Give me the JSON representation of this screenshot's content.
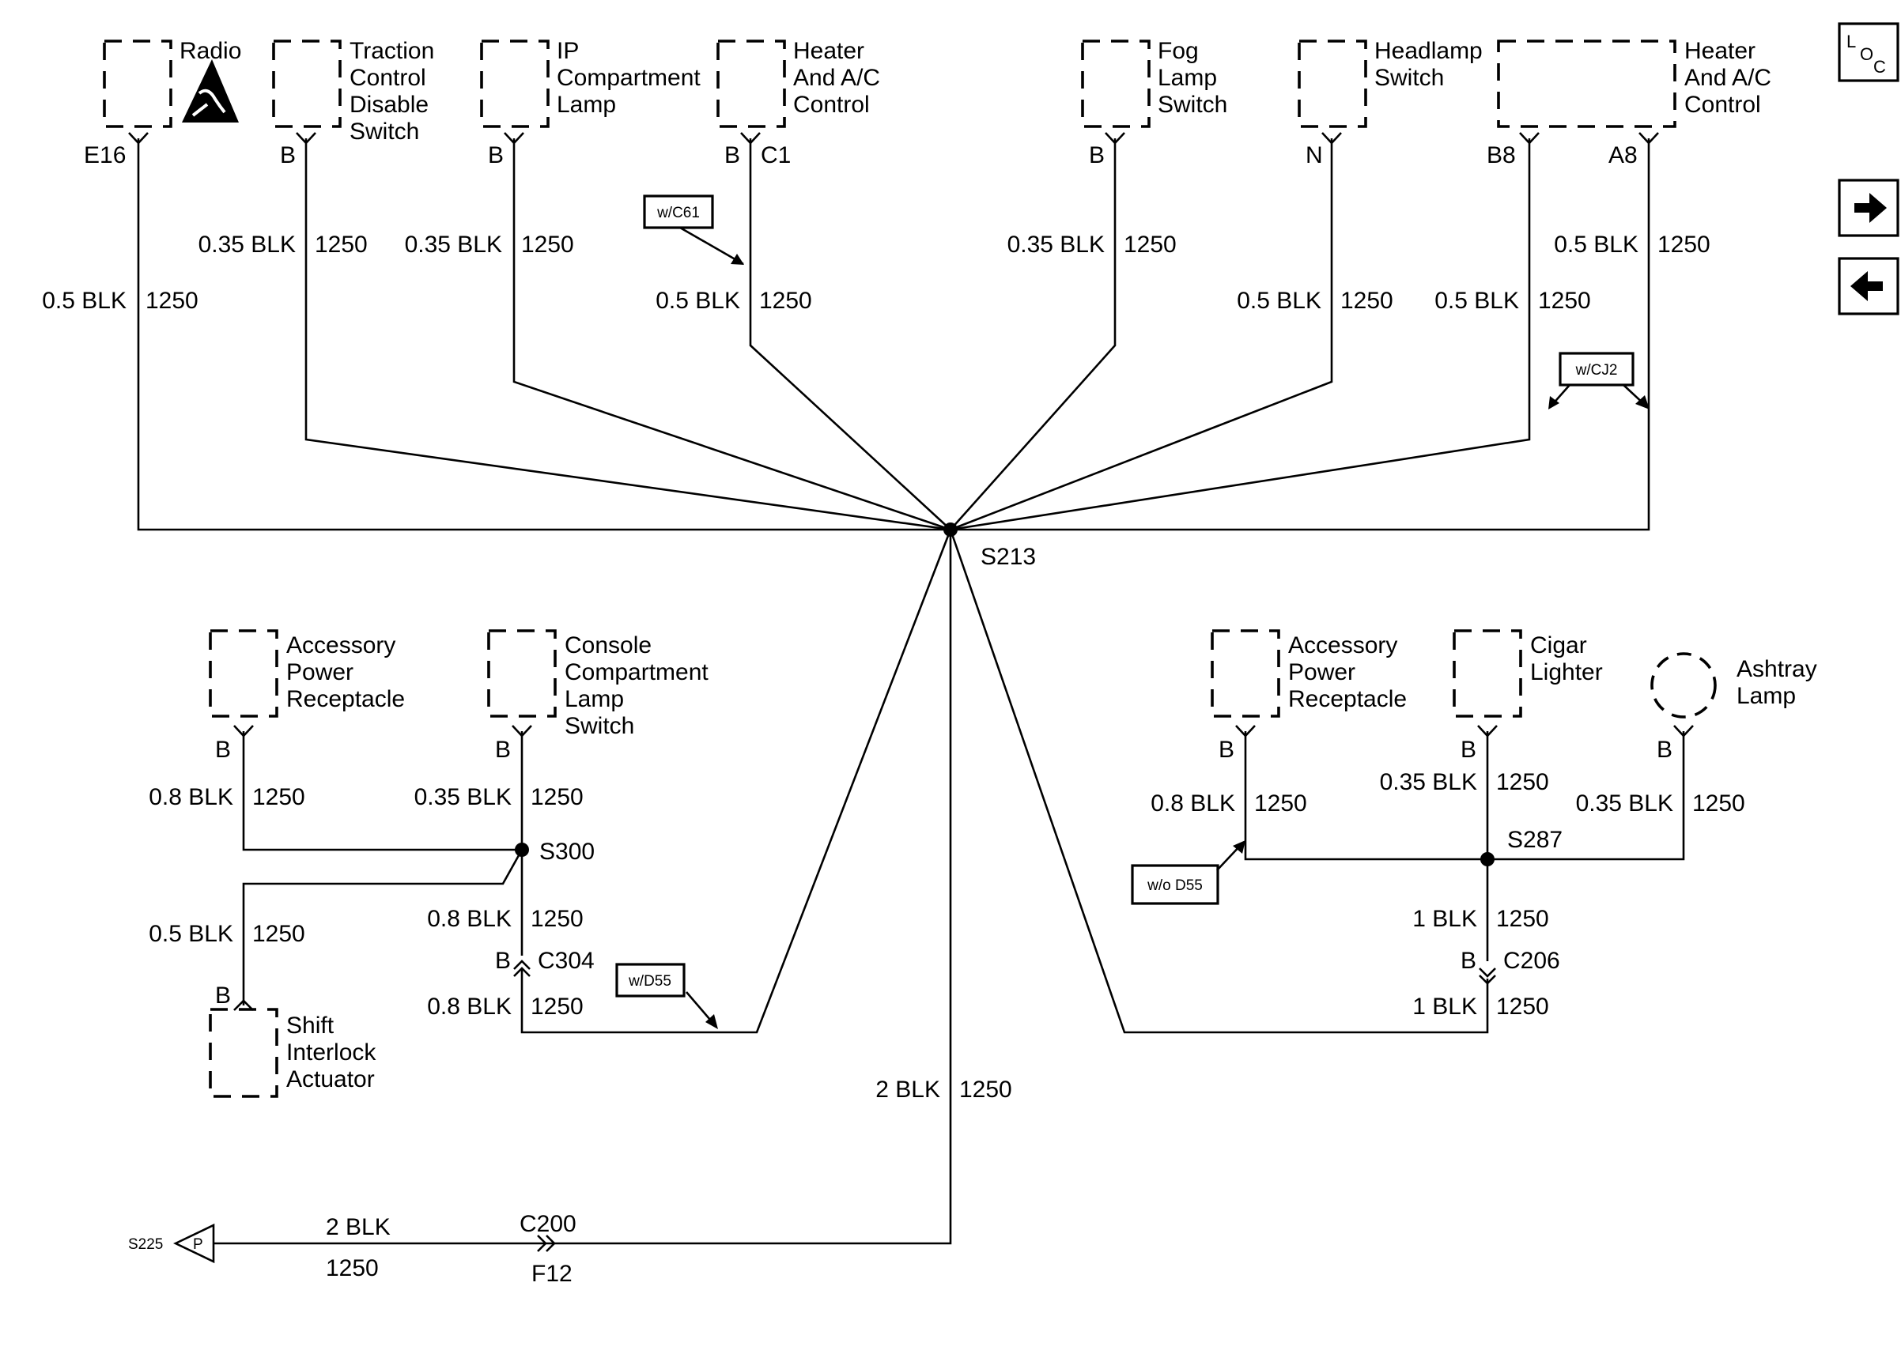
{
  "components": {
    "radio": "Radio",
    "traction_control": [
      "Traction",
      "Control",
      "Disable",
      "Switch"
    ],
    "ip_compartment_lamp": [
      "IP",
      "Compartment",
      "Lamp"
    ],
    "heater_ac_1": [
      "Heater",
      "And A/C",
      "Control"
    ],
    "fog_lamp_switch": [
      "Fog",
      "Lamp",
      "Switch"
    ],
    "headlamp_switch": [
      "Headlamp",
      "Switch"
    ],
    "heater_ac_2": [
      "Heater",
      "And A/C",
      "Control"
    ],
    "accessory_power_left": [
      "Accessory",
      "Power",
      "Receptacle"
    ],
    "console_lamp_switch": [
      "Console",
      "Compartment",
      "Lamp",
      "Switch"
    ],
    "shift_interlock": [
      "Shift",
      "Interlock",
      "Actuator"
    ],
    "accessory_power_right": [
      "Accessory",
      "Power",
      "Receptacle"
    ],
    "cigar_lighter": [
      "Cigar",
      "Lighter"
    ],
    "ashtray_lamp": [
      "Ashtray",
      "Lamp"
    ]
  },
  "pins": {
    "radio": "E16",
    "traction": "B",
    "ip": "B",
    "heater1_b": "B",
    "heater1_c1": "C1",
    "fog": "B",
    "headlamp": "N",
    "heater2_b8": "B8",
    "heater2_a8": "A8",
    "acc_left": "B",
    "console": "B",
    "shift": "B",
    "c304_pin": "B",
    "acc_right": "B",
    "cigar": "B",
    "ashtray": "B",
    "c206_pin": "B"
  },
  "wires": {
    "radio": "0.5 BLK",
    "traction": "0.35 BLK",
    "ip": "0.35 BLK",
    "heater1": "0.5 BLK",
    "fog": "0.35 BLK",
    "headlamp": "0.5 BLK",
    "heater2_b8": "0.5 BLK",
    "heater2_a8": "0.5 BLK",
    "acc_left": "0.8 BLK",
    "console": "0.35 BLK",
    "shift": "0.5 BLK",
    "s300_down": "0.8 BLK",
    "c304_down": "0.8 BLK",
    "acc_right": "0.8 BLK",
    "cigar": "0.35 BLK",
    "ashtray": "0.35 BLK",
    "s287_down": "1 BLK",
    "c206_down": "1 BLK",
    "main_down": "2 BLK",
    "bottom": "2 BLK"
  },
  "circuit": "1250",
  "splices": {
    "s213": "S213",
    "s300": "S300",
    "s287": "S287"
  },
  "connectors": {
    "c304": "C304",
    "c206": "C206",
    "c200": "C200",
    "f12": "F12"
  },
  "options": {
    "w_c61": "w/C61",
    "w_cj2": "w/CJ2",
    "w_d55": "w/D55",
    "wo_d55": "w/o D55"
  },
  "ground_ref": {
    "label": "S225",
    "letter": "P"
  },
  "loc_button": {
    "l": "L",
    "o": "O",
    "c": "C"
  },
  "nav": {
    "next": "next-arrow-icon",
    "prev": "prev-arrow-icon"
  }
}
